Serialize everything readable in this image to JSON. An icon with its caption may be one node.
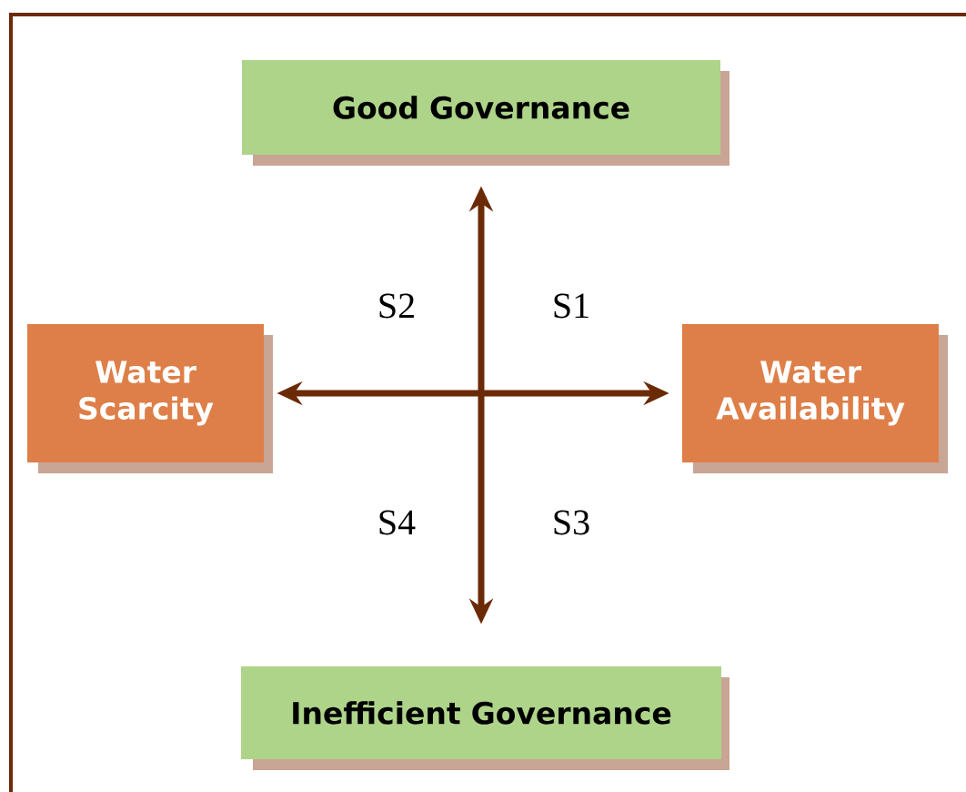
{
  "diagram": {
    "nodes": [
      {
        "text": [
          "Good Governance"
        ]
      },
      {
        "text": [
          "Water Scarcity"
        ]
      },
      {
        "text": [
          "Water Availability"
        ]
      },
      {
        "text": [
          "Inefficient Governance"
        ]
      }
    ],
    "edges": [
      {
        "from": 0,
        "to": 3,
        "arrow": "both"
      },
      {
        "from": 1,
        "to": 2,
        "arrow": "both"
      }
    ],
    "labels": [
      "S2",
      "S1",
      "S4",
      "S3"
    ]
  }
}
